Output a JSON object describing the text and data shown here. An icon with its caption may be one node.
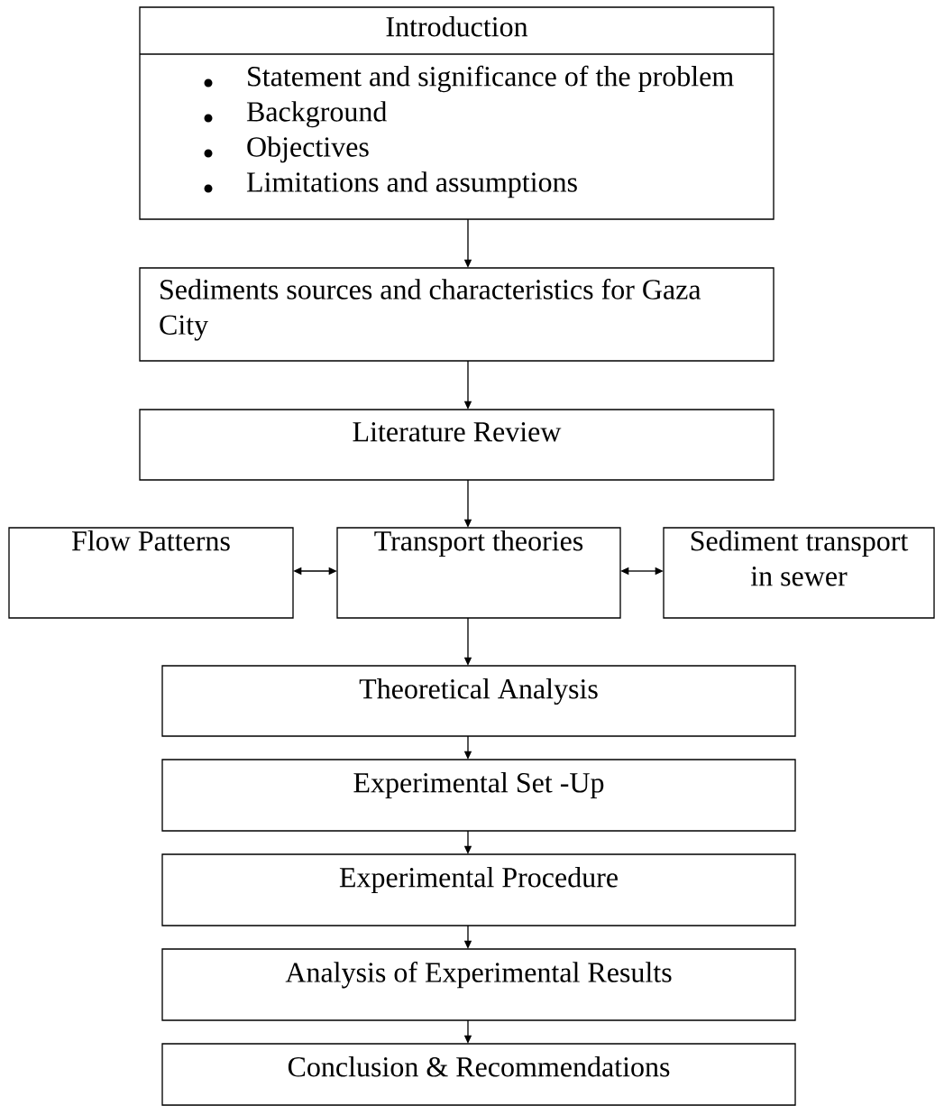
{
  "diagram": {
    "nodes": [
      {
        "text": [
          "Introduction",
          "Statement and significance of the problem",
          "Background",
          "Objectives",
          "Limitations and assumptions"
        ]
      },
      {
        "text": [
          "Sediments sources and characteristics for Gaza City"
        ]
      },
      {
        "text": [
          "Literature Review"
        ]
      },
      {
        "text": [
          "Flow Patterns"
        ]
      },
      {
        "text": [
          "Transport theories"
        ]
      },
      {
        "text": [
          "Sediment transport in sewer"
        ]
      },
      {
        "text": [
          "Theoretical Analysis"
        ]
      },
      {
        "text": [
          "Experimental Set -Up"
        ]
      },
      {
        "text": [
          "Experimental Procedure"
        ]
      },
      {
        "text": [
          "Analysis of Experimental Results"
        ]
      },
      {
        "text": [
          "Conclusion & Recommendations"
        ]
      }
    ],
    "edges": [
      {
        "from": 0,
        "to": 1,
        "arrow": "to"
      },
      {
        "from": 1,
        "to": 2,
        "arrow": "to"
      },
      {
        "from": 2,
        "to": 4,
        "arrow": "to"
      },
      {
        "from": 3,
        "to": 4,
        "arrow": "both"
      },
      {
        "from": 4,
        "to": 5,
        "arrow": "both"
      },
      {
        "from": 4,
        "to": 6,
        "arrow": "to"
      },
      {
        "from": 6,
        "to": 7,
        "arrow": "to"
      },
      {
        "from": 7,
        "to": 8,
        "arrow": "to"
      },
      {
        "from": 8,
        "to": 9,
        "arrow": "to"
      },
      {
        "from": 9,
        "to": 10,
        "arrow": "to"
      }
    ]
  }
}
